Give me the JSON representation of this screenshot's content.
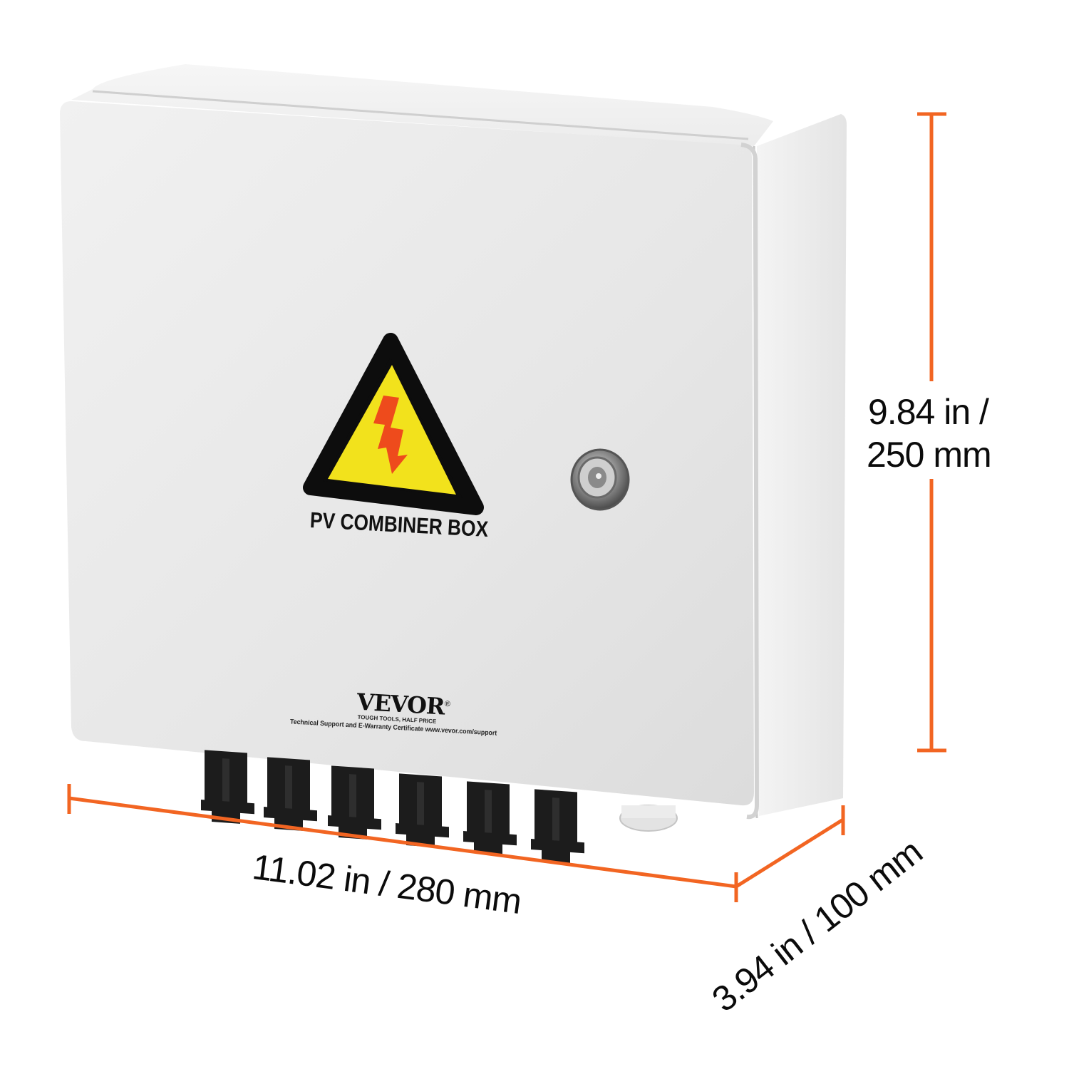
{
  "product": {
    "name": "PV Combiner Box",
    "label_text": "PV COMBINER BOX",
    "warning_icon": "high-voltage-warning-icon",
    "lock_icon": "key-lock-icon",
    "connector_count": 6,
    "colors": {
      "enclosure": "#e9e9e9",
      "warning_yellow": "#f2e21c",
      "warning_bolt": "#ee4b1c",
      "warning_border": "#0d0d0d",
      "connector": "#1c1c1c"
    }
  },
  "brand": {
    "logo": "VEVOR",
    "registered_mark": "®",
    "tagline": "TOUGH TOOLS, HALF PRICE",
    "support_text": "Technical Support and E-Warranty Certificate www.vevor.com/support"
  },
  "dimensions": {
    "accent_color": "#f26522",
    "height": {
      "line1": "9.84 in /",
      "line2": "250 mm"
    },
    "width": {
      "label": "11.02 in / 280 mm"
    },
    "depth": {
      "label": "3.94 in / 100 mm"
    }
  }
}
